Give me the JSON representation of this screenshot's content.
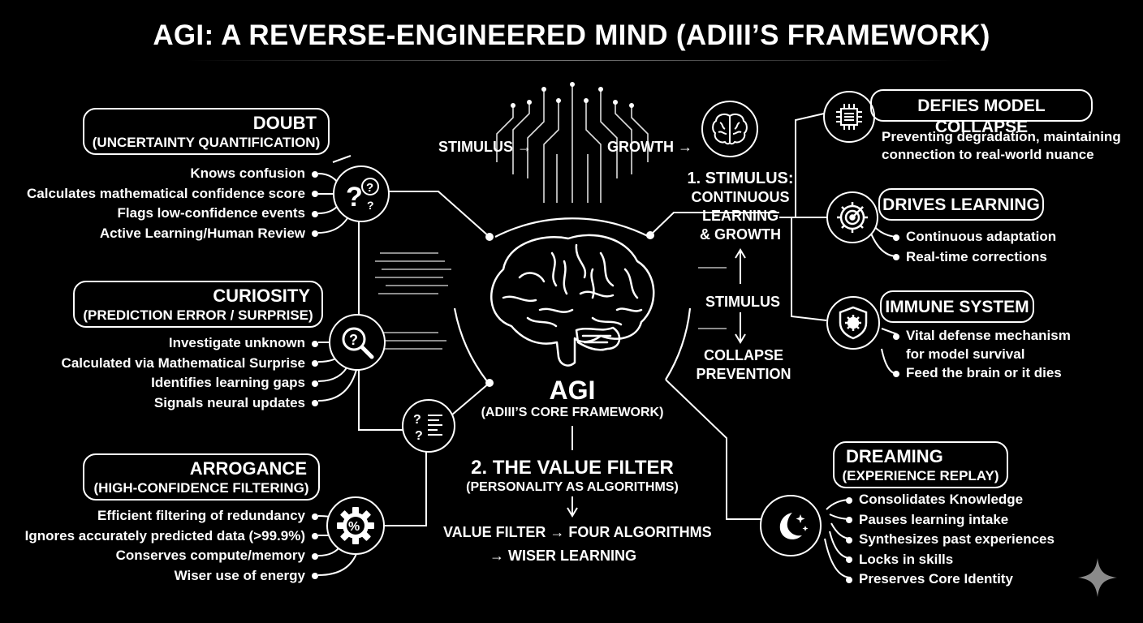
{
  "title": "AGI: A REVERSE-ENGINEERED MIND (ADIII’S FRAMEWORK)",
  "doubt": {
    "title": "DOUBT",
    "subtitle": "(UNCERTAINTY QUANTIFICATION)",
    "items": [
      "Knows confusion",
      "Calculates mathematical confidence score",
      "Flags low-confidence events",
      "Active Learning/Human Review"
    ]
  },
  "curiosity": {
    "title": "CURIOSITY",
    "subtitle": "(PREDICTION ERROR / SURPRISE)",
    "items": [
      "Investigate unknown",
      "Calculated via Mathematical Surprise",
      "Identifies learning gaps",
      "Signals neural updates"
    ]
  },
  "arrogance": {
    "title": "ARROGANCE",
    "subtitle": "(HIGH-CONFIDENCE FILTERING)",
    "items": [
      "Efficient filtering of redundancy",
      "Ignores accurately predicted data (>99.9%)",
      "Conserves compute/memory",
      "Wiser use of energy"
    ]
  },
  "center": {
    "stimulus_label": "STIMULUS →",
    "growth_label": "GROWTH →",
    "agi": "AGI",
    "agi_sub": "(ADIII’S CORE FRAMEWORK)",
    "value_filter_title": "2. THE VALUE FILTER",
    "value_filter_sub": "(PERSONALITY AS ALGORITHMS)",
    "value_flow_1": "VALUE FILTER → FOUR ALGORITHMS",
    "value_flow_2": "→ WISER LEARNING",
    "stimulus_header_1": "1. STIMULUS:",
    "stimulus_header_2": "CONTINUOUS",
    "stimulus_header_3": "LEARNING",
    "stimulus_header_4": "& GROWTH",
    "side_stimulus": "STIMULUS",
    "collapse_1": "COLLAPSE",
    "collapse_2": "PREVENTION"
  },
  "defies": {
    "title": "DEFIES MODEL COLLAPSE",
    "desc_1": "Preventing degradation, maintaining",
    "desc_2": "connection to real-world nuance"
  },
  "drives": {
    "title": "DRIVES LEARNING",
    "items": [
      "Continuous adaptation",
      "Real-time corrections"
    ]
  },
  "immune": {
    "title": "IMMUNE SYSTEM",
    "item_1a": "Vital defense mechanism",
    "item_1b": "for model survival",
    "item_2": "Feed the brain or it dies"
  },
  "dreaming": {
    "title": "DREAMING",
    "subtitle": "(EXPERIENCE REPLAY)",
    "items": [
      "Consolidates Knowledge",
      "Pauses learning intake",
      "Synthesizes past experiences",
      "Locks in skills",
      "Preserves Core Identity"
    ]
  }
}
